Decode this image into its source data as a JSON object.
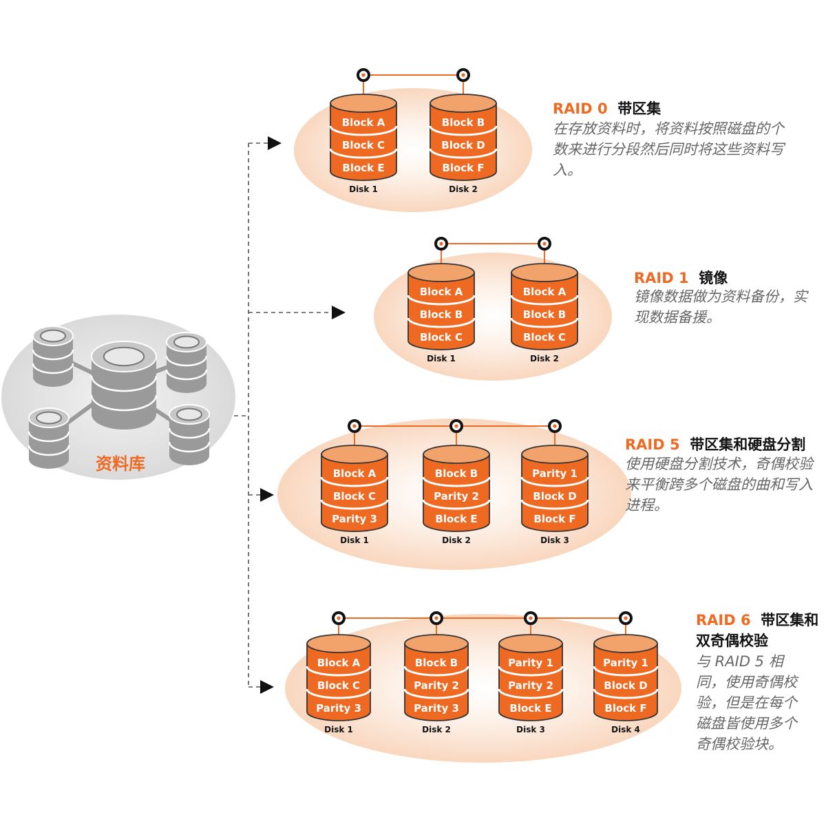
{
  "database": {
    "label": "资料库"
  },
  "raids": [
    {
      "level": "RAID 0",
      "name": "带区集",
      "desc": "在存放资料时，将资料按照磁盘的个数来进行分段然后同时将这些资料写入。",
      "disks": [
        {
          "label": "Disk 1",
          "blocks": [
            "Block A",
            "Block C",
            "Block E"
          ]
        },
        {
          "label": "Disk 2",
          "blocks": [
            "Block B",
            "Block D",
            "Block F"
          ]
        }
      ]
    },
    {
      "level": "RAID 1",
      "name": "镜像",
      "desc": "镜像数据做为资料备份，实现数据备援。",
      "disks": [
        {
          "label": "Disk 1",
          "blocks": [
            "Block A",
            "Block B",
            "Block C"
          ]
        },
        {
          "label": "Disk 2",
          "blocks": [
            "Block A",
            "Block B",
            "Block C"
          ]
        }
      ]
    },
    {
      "level": "RAID 5",
      "name": "带区集和硬盘分割",
      "desc": "使用硬盘分割技术，奇偶校验来平衡跨多个磁盘的曲和写入进程。",
      "disks": [
        {
          "label": "Disk 1",
          "blocks": [
            "Block A",
            "Block C",
            "Parity 3"
          ]
        },
        {
          "label": "Disk 2",
          "blocks": [
            "Block B",
            "Parity 2",
            "Block E"
          ]
        },
        {
          "label": "Disk 3",
          "blocks": [
            "Parity 1",
            "Block D",
            "Block F"
          ]
        }
      ]
    },
    {
      "level": "RAID 6",
      "name": "带区集和双奇偶校验",
      "desc": "与 RAID 5 相同，使用奇偶校验，但是在每个磁盘皆使用多个奇偶校验块。",
      "disks": [
        {
          "label": "Disk 1",
          "blocks": [
            "Block A",
            "Block C",
            "Parity 3"
          ]
        },
        {
          "label": "Disk 2",
          "blocks": [
            "Block B",
            "Parity 2",
            "Parity 3"
          ]
        },
        {
          "label": "Disk 3",
          "blocks": [
            "Parity 1",
            "Parity 2",
            "Block E"
          ]
        },
        {
          "label": "Disk 4",
          "blocks": [
            "Parity 1",
            "Block D",
            "Block F"
          ]
        }
      ]
    }
  ],
  "colors": {
    "accent": "#ee6a22",
    "accent_dark": "#c84f12",
    "glow": "#fbe0cc",
    "gray": "#9a9a9a",
    "gray_dark": "#777777",
    "text_muted": "#666666"
  }
}
